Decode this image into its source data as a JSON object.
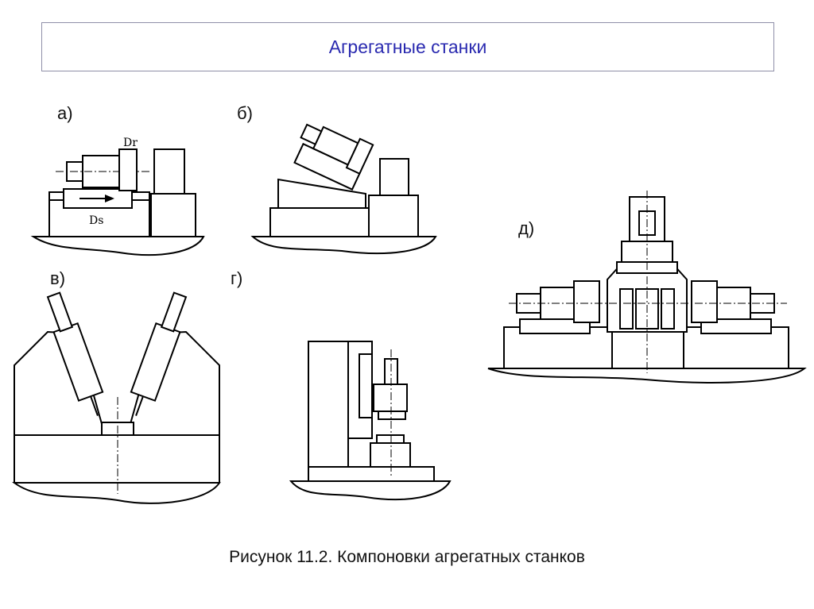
{
  "slide": {
    "title": "Агрегатные станки",
    "caption": "Рисунок 11.2. Компоновки агрегатных станков"
  },
  "labels": {
    "a": "а)",
    "b": "б)",
    "v": "в)",
    "g": "г)",
    "d": "д)"
  },
  "annotations": {
    "dr": "Dr",
    "ds": "Ds"
  },
  "colors": {
    "title_text": "#2a2ab0",
    "title_border": "#8f8fa8",
    "line": "#000000"
  }
}
